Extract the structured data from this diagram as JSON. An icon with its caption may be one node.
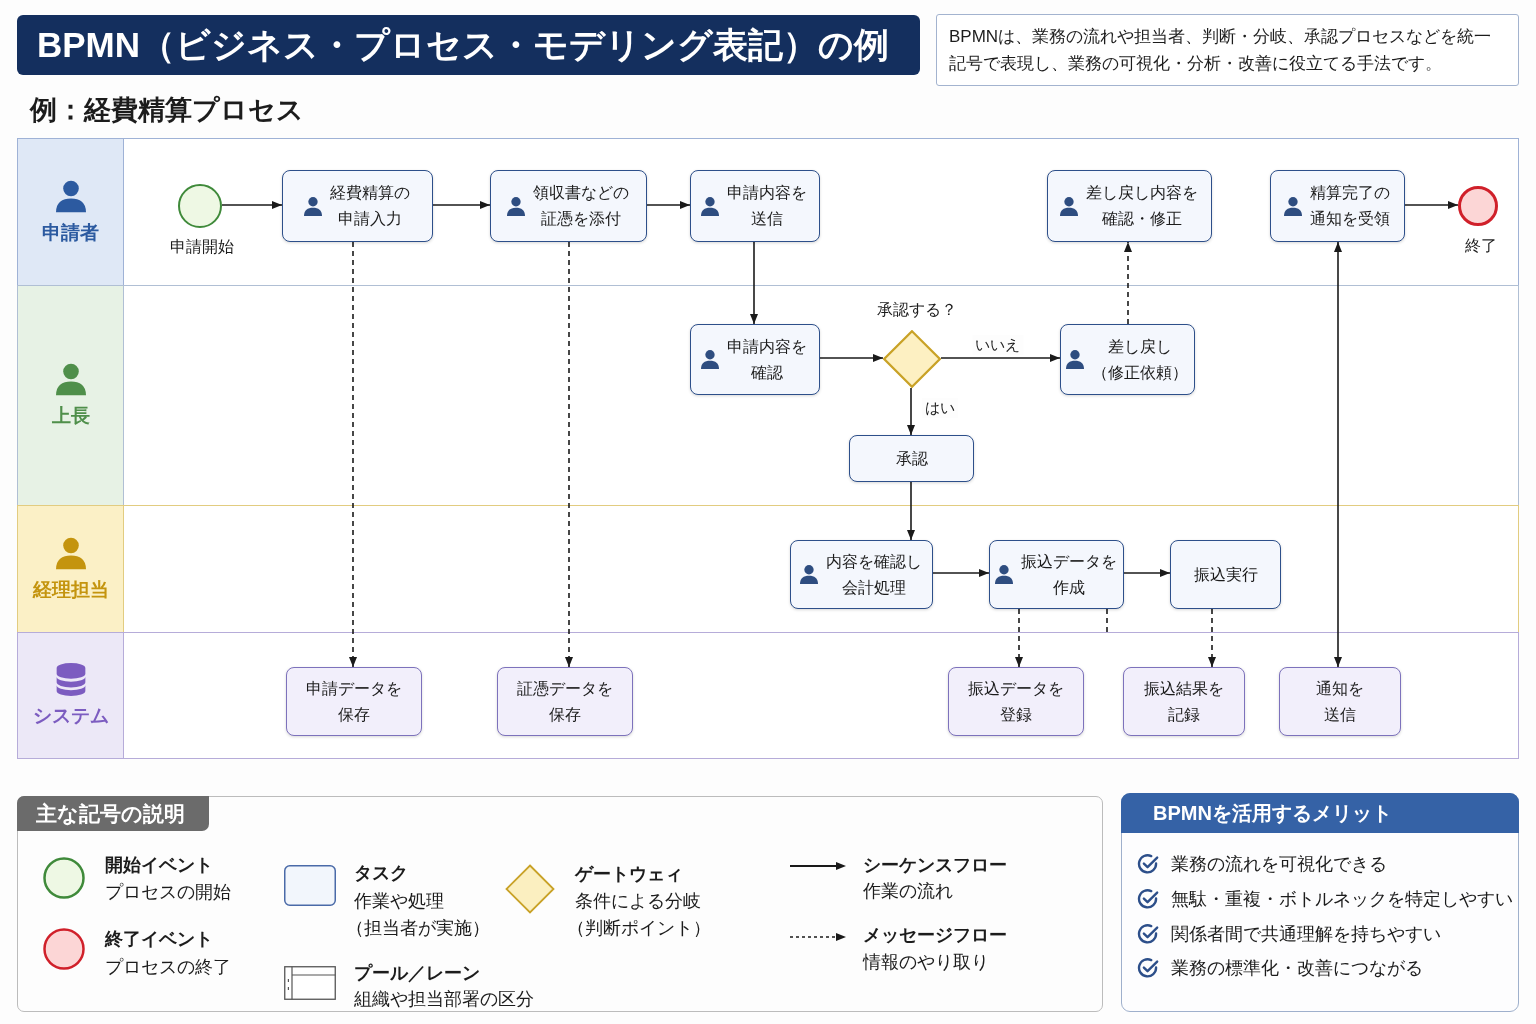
{
  "diagram": {
    "title": "BPMN（ビジネス・プロセス・モデリング表記）の例",
    "nodes": [
      {
        "text": [
          "申請者"
        ]
      },
      {
        "text": [],
        "shape": "circle",
        "beside": [
          "申請開始"
        ],
        "in": 0
      },
      {
        "text": [
          "経費精算の申請入力"
        ],
        "in": 0
      },
      {
        "text": [
          "領収書などの証憑を添付"
        ],
        "in": 0
      },
      {
        "text": [
          "申請内容を送信"
        ],
        "in": 0
      },
      {
        "text": [
          "差し戻し内容を確認・修正"
        ],
        "in": 0
      },
      {
        "text": [
          "精算完了の通知を受領"
        ],
        "in": 0
      },
      {
        "text": [],
        "shape": "circle",
        "beside": [
          "終了"
        ],
        "in": 0
      },
      {
        "text": [
          "上長"
        ]
      },
      {
        "text": [
          "申請内容を確認"
        ],
        "in": 8
      },
      {
        "text": [],
        "shape": "diamond",
        "beside": [
          "承認する？"
        ],
        "in": 8
      },
      {
        "text": [
          "差し戻し（修正依頼）"
        ],
        "in": 8
      },
      {
        "text": [
          "承認"
        ],
        "in": 8
      },
      {
        "text": [
          "経理担当"
        ]
      },
      {
        "text": [
          "内容を確認し会計処理"
        ],
        "in": 13
      },
      {
        "text": [
          "振込データを作成"
        ],
        "in": 13
      },
      {
        "text": [
          "振込実行"
        ],
        "in": 13
      },
      {
        "text": [
          "システム"
        ]
      },
      {
        "text": [
          "申請データを保存"
        ],
        "in": 17
      },
      {
        "text": [
          "証憑データを保存"
        ],
        "in": 17
      },
      {
        "text": [
          "振込データを登録"
        ],
        "in": 17
      },
      {
        "text": [
          "振込結果を記録"
        ],
        "in": 17
      },
      {
        "text": [
          "通知を送信"
        ],
        "in": 17
      }
    ],
    "edges": [
      {
        "from": 1,
        "to": 2,
        "arrow": "to"
      },
      {
        "from": 2,
        "to": 3,
        "arrow": "to"
      },
      {
        "from": 3,
        "to": 4,
        "arrow": "to"
      },
      {
        "from": 4,
        "to": 9,
        "arrow": "to"
      },
      {
        "from": 9,
        "to": 10,
        "arrow": "to"
      },
      {
        "from": 10,
        "to": 11,
        "arrow": "to",
        "label": "いいえ"
      },
      {
        "from": 10,
        "to": 12,
        "arrow": "to",
        "label": "はい"
      },
      {
        "from": 11,
        "to": 5,
        "arrow": "to",
        "style": "dashed"
      },
      {
        "from": 12,
        "to": 14,
        "arrow": "to"
      },
      {
        "from": 14,
        "to": 15,
        "arrow": "to"
      },
      {
        "from": 15,
        "to": 16,
        "arrow": "to"
      },
      {
        "from": 6,
        "to": 7,
        "arrow": "to"
      },
      {
        "from": 2,
        "to": 18,
        "arrow": "to",
        "style": "dashed"
      },
      {
        "from": 3,
        "to": 19,
        "arrow": "to",
        "style": "dashed"
      },
      {
        "from": 15,
        "to": 20,
        "arrow": "to",
        "style": "dashed"
      },
      {
        "from": 16,
        "to": 21,
        "arrow": "to",
        "style": "dashed"
      },
      {
        "from": 22,
        "to": 6,
        "arrow": "both"
      },
      {
        "from": 15,
        "to": 17,
        "arrow": "none",
        "style": "dashed"
      }
    ],
    "labels": [
      "BPMNは、業務の流れや担当者、判断・分岐、承認プロセスなどを統一記号で表現し、業務の可視化・分析・改善に役立てる手法です。",
      "例：経費精算プロセス",
      "主な記号の説明",
      "プロセスの開始",
      "プロセスの終了",
      "作業や処理",
      "（担当者が実施）",
      "組織や担当部署の区分",
      "条件による分岐",
      "（判断ポイント）",
      "作業の流れ",
      "情報のやり取り",
      "BPMNを活用するメリット",
      "業務の流れを可視化できる",
      "無駄・重複・ボトルネックを特定しやすい",
      "関係者間で共通理解を持ちやすい",
      "業務の標準化・改善につながる"
    ],
    "legend": [
      {
        "text": "開始イベント"
      },
      {
        "text": "終了イベント"
      },
      {
        "text": "タスク"
      },
      {
        "text": "プール／レーン"
      },
      {
        "text": "ゲートウェィ"
      },
      {
        "text": "シーケンスフロー"
      },
      {
        "text": "メッセージフロー"
      }
    ]
  }
}
